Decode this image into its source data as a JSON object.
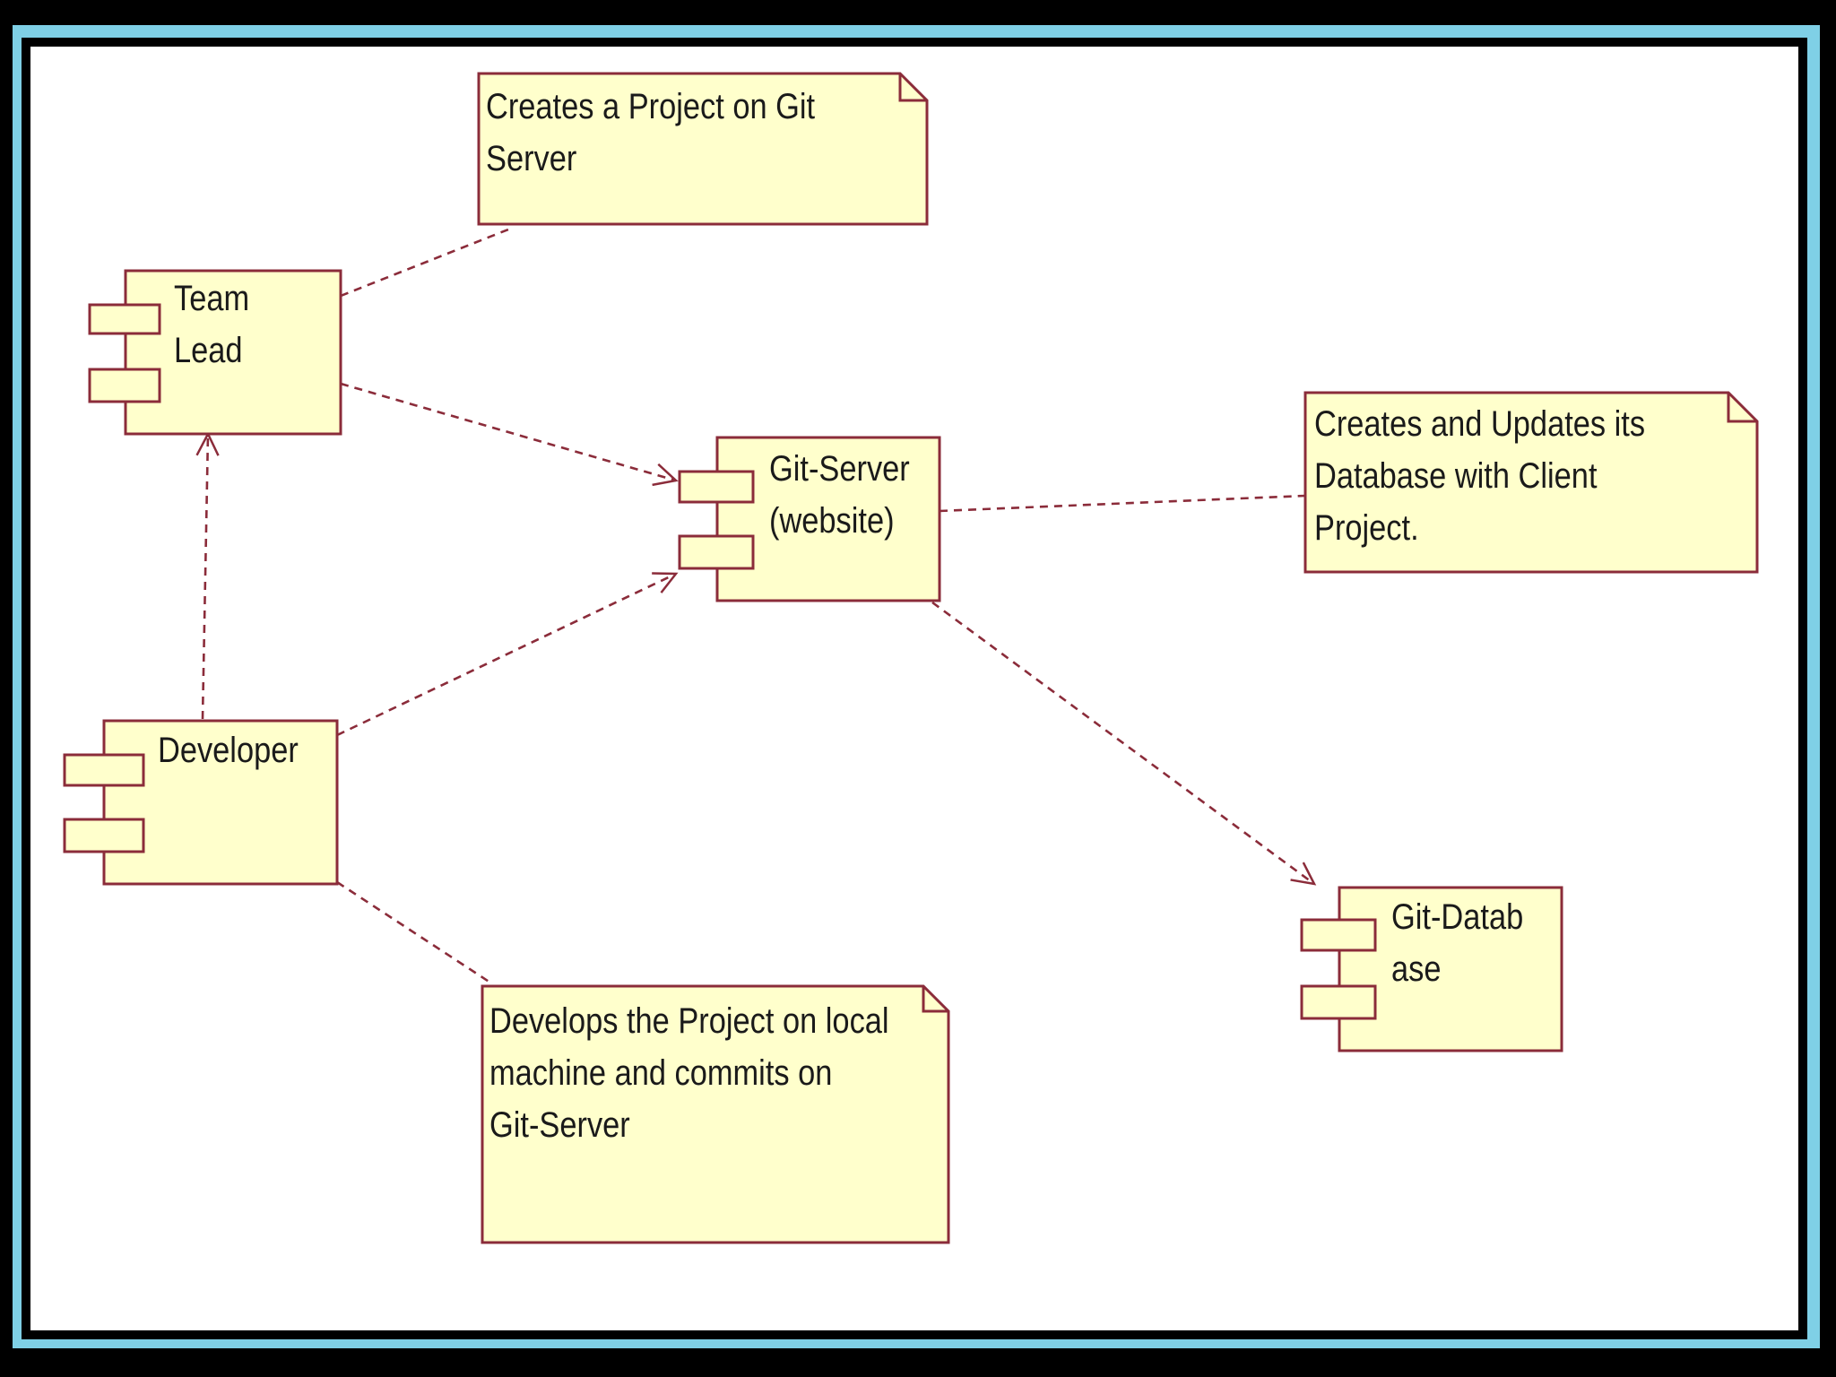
{
  "colors": {
    "fill": "#ffffcc",
    "stroke": "#8b2c3a",
    "connector": "#8b2c3a",
    "frame_accent": "#7fd0e6",
    "background": "#000000",
    "canvas": "#ffffff"
  },
  "components": {
    "team_lead": {
      "label": "Team\nLead"
    },
    "git_server": {
      "label": "Git-Server\n(website)"
    },
    "developer": {
      "label": "Developer"
    },
    "git_database": {
      "label": "Git-Datab\nase"
    }
  },
  "notes": {
    "create_project": {
      "text": "Creates a Project on Git\nServer"
    },
    "update_database": {
      "text": "Creates and Updates its\nDatabase with Client\nProject."
    },
    "develop_commit": {
      "text": "Develops the Project on local\nmachine and commits on\nGit-Server"
    }
  },
  "relations": [
    {
      "from": "team_lead",
      "to": "create_project",
      "kind": "note-anchor"
    },
    {
      "from": "team_lead",
      "to": "git_server",
      "kind": "dependency"
    },
    {
      "from": "developer",
      "to": "team_lead",
      "kind": "dependency"
    },
    {
      "from": "developer",
      "to": "git_server",
      "kind": "dependency"
    },
    {
      "from": "git_server",
      "to": "update_database",
      "kind": "note-anchor"
    },
    {
      "from": "git_server",
      "to": "git_database",
      "kind": "dependency"
    },
    {
      "from": "developer",
      "to": "develop_commit",
      "kind": "note-anchor"
    }
  ]
}
